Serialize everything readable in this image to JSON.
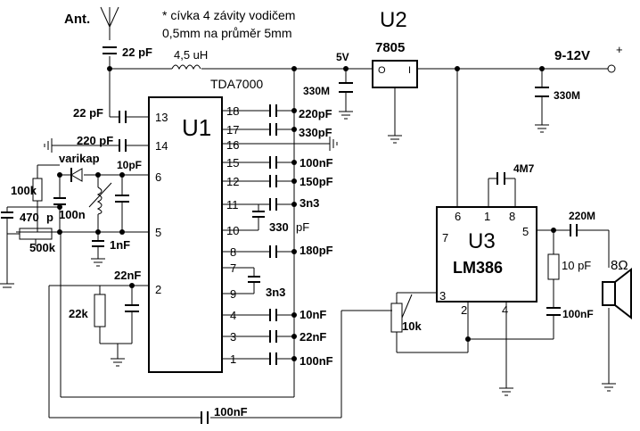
{
  "note": {
    "line1": "* cívka 4 závity vodičem",
    "line2": "0,5mm na průměr 5mm"
  },
  "antenna": {
    "label": "Ant."
  },
  "u1": {
    "ref": "U1",
    "part": "TDA7000",
    "left_pins": [
      "13",
      "14",
      "6",
      "5",
      "2"
    ],
    "right_pins": [
      "18",
      "17",
      "16",
      "15",
      "12",
      "11",
      "10",
      "8",
      "7",
      "9",
      "4",
      "3",
      "1"
    ]
  },
  "u2": {
    "ref": "U2",
    "part": "7805",
    "pin_in": "I",
    "pin_out": "O",
    "vout": "5V"
  },
  "u3": {
    "ref": "U3",
    "part": "LM386",
    "pins": [
      "6",
      "1",
      "8",
      "7",
      "5",
      "3",
      "2",
      "4"
    ]
  },
  "supply": {
    "label": "9-12V",
    "plus": "+"
  },
  "components": {
    "c_ant": "22 pF",
    "l1": "4,5 uH",
    "c_in": "22 pF",
    "c_220p": "220 pF",
    "c_10p": "10pF",
    "varicap": "varikap",
    "r_100k": "100k",
    "c_100n_osc": "100n",
    "c_470p": "470",
    "c_470p_suffix": "p",
    "pot_500k": "500k",
    "c_1n": "1nF",
    "c_22n": "22nF",
    "r_22k": "22k",
    "c_220p_r": "220pF",
    "c_330p": "330pF",
    "c_100nF": "100nF",
    "c_150p": "150pF",
    "c_3n3": "3n3",
    "c_330p_b": "330",
    "c_330p_b_unit": "pF",
    "c_180p": "180pF",
    "c_3n3_b": "3n3",
    "c_10n": "10nF",
    "c_22nF": "22nF",
    "c_100nF_b": "100nF",
    "c_330M_a": "330M",
    "c_330M_b": "330M",
    "c_4m7": "4M7",
    "c_220M": "220M",
    "c_10pF": "10 pF",
    "c_100nF_out": "100nF",
    "pot_10k": "10k",
    "spk": "8Ω",
    "c_bottom": "100nF"
  }
}
